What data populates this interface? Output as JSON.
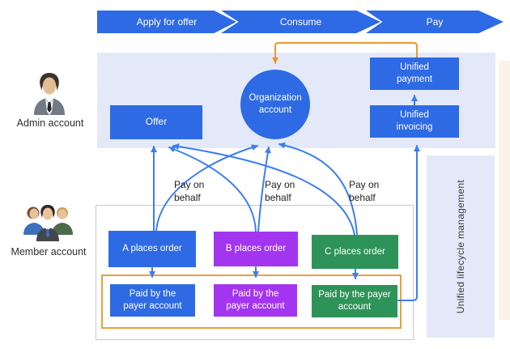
{
  "process_steps": [
    {
      "label": "Apply for offer"
    },
    {
      "label": "Consume"
    },
    {
      "label": "Pay"
    }
  ],
  "admin_section": {
    "account_label": "Admin account",
    "offer_box_label": "Offer",
    "organization_account_label": "Organization account",
    "unified_payment_label": "Unified payment",
    "unified_invoicing_label": "Unified invoicing"
  },
  "member_section": {
    "account_label": "Member account",
    "pay_on_behalf_labels": [
      "Pay on behalf",
      "Pay on behalf",
      "Pay on behalf"
    ],
    "orders": [
      {
        "order_label": "A places order",
        "paid_label": "Paid by the payer account",
        "color": "#2e6ae4"
      },
      {
        "order_label": "B places order",
        "paid_label": "Paid by the payer account",
        "color": "#a335f0"
      },
      {
        "order_label": "C places order",
        "paid_label": "Paid by the payer account",
        "color": "#2e9358"
      }
    ]
  },
  "right_panel": {
    "label": "Unified lifecycle management"
  },
  "colors": {
    "primary_blue": "#2e6ae4",
    "arrow_blue": "#3c7df0",
    "order_b_purple": "#a335f0",
    "order_c_green": "#2e9358",
    "highlight_orange": "#e8992e",
    "panel_lavender": "#e3e9f8"
  }
}
